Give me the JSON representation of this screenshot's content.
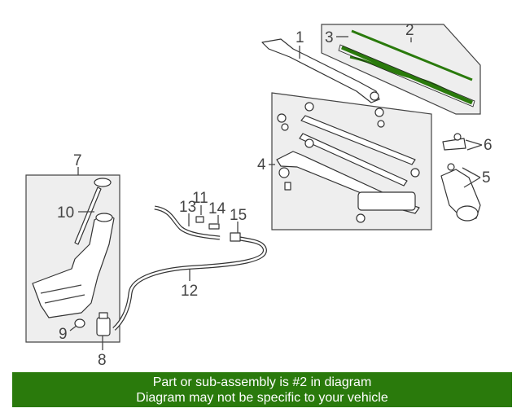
{
  "callouts": {
    "c1": "1",
    "c2": "2",
    "c3": "3",
    "c4": "4",
    "c5": "5",
    "c6": "6",
    "c7": "7",
    "c8": "8",
    "c9": "9",
    "c10": "10",
    "c11": "11",
    "c12": "12",
    "c13": "13",
    "c14": "14",
    "c15": "15"
  },
  "banner": {
    "line1": "Part or sub-assembly is #2 in diagram",
    "line2": "Diagram may not be specific to your vehicle"
  },
  "colors": {
    "highlight": "#2a7a0c",
    "panel": "#eeeeee",
    "line": "#333333"
  }
}
